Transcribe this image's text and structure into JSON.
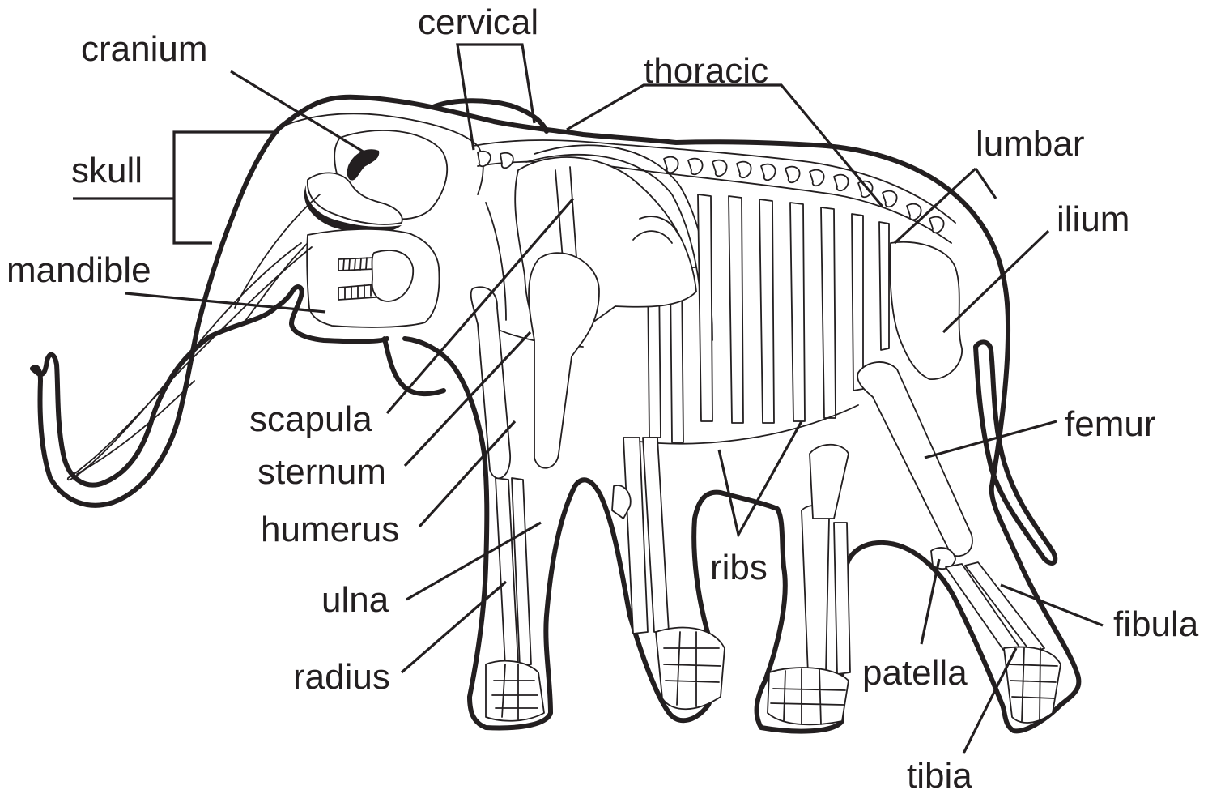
{
  "diagram": {
    "labels": {
      "cervical": "cervical",
      "cranium": "cranium",
      "thoracic": "thoracic",
      "skull": "skull",
      "lumbar": "lumbar",
      "ilium": "ilium",
      "mandible": "mandible",
      "femur": "femur",
      "scapula": "scapula",
      "sternum": "sternum",
      "humerus": "humerus",
      "ribs": "ribs",
      "ulna": "ulna",
      "fibula": "fibula",
      "radius": "radius",
      "patella": "patella",
      "tibia": "tibia"
    },
    "colors": {
      "ink": "#231f20",
      "background": "#ffffff"
    }
  }
}
